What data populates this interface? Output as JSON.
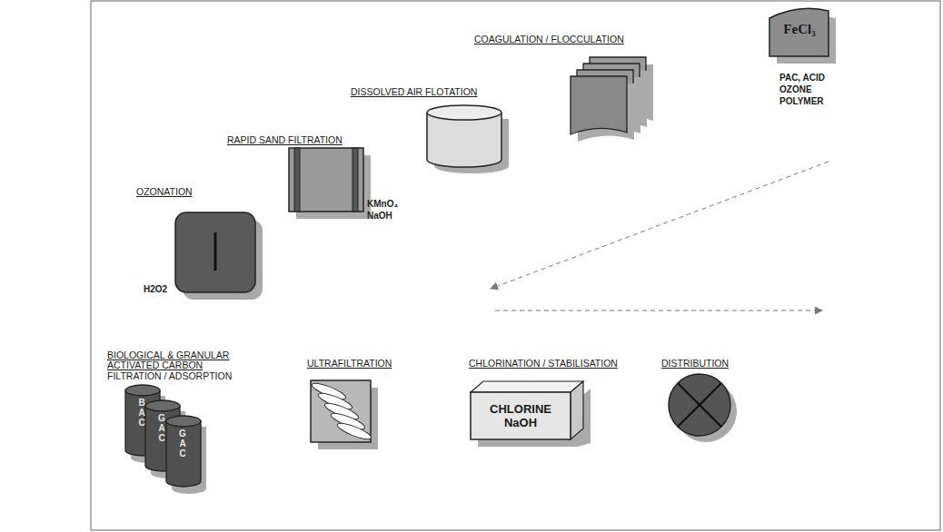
{
  "diagram": {
    "nodes": [
      {
        "text": [
          "FeCl₃",
          "PAC, ACID OZONE POLYMER"
        ]
      },
      {
        "text": [
          "COAGULATION / FLOCCULATION"
        ]
      },
      {
        "text": [
          "DISSOLVED AIR FLOTATION"
        ]
      },
      {
        "text": [
          "RAPID SAND FILTRATION",
          "KMnO₄ NaOH"
        ]
      },
      {
        "text": [
          "OZONATION",
          "H2O2"
        ]
      },
      {
        "text": [
          "BIOLOGICAL & GRANULAR ACTIVATED CARBON",
          "FILTRATION / ADSORPTION"
        ]
      },
      {
        "text": [
          "ULTRAFILTRATION"
        ]
      },
      {
        "text": [
          "CHLORINATION / STABILISATION",
          "CHLORINE NaOH"
        ]
      },
      {
        "text": [
          "DISTRIBUTION"
        ]
      }
    ],
    "labels": [
      "BAC",
      "GAC",
      "GAC"
    ]
  }
}
